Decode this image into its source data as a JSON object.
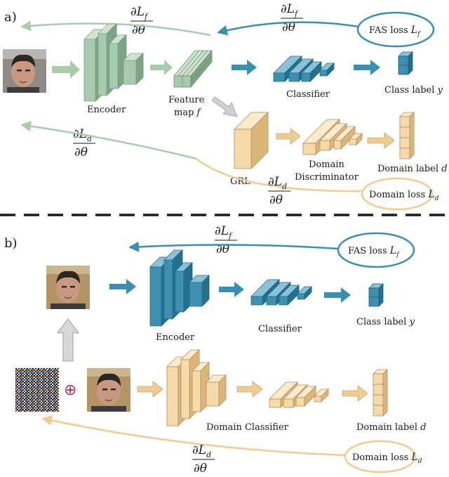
{
  "panel_a": {
    "tag": "a)",
    "encoder": "Encoder",
    "feature_map_line1": "Feature",
    "feature_map_line2": "map",
    "feature_map_symbol": "f",
    "classifier": "Classifier",
    "class_label": "Class label",
    "class_label_symbol": "y",
    "grl": "GRL",
    "domain_disc_line1": "Domain",
    "domain_disc_line2": "Discriminator",
    "domain_label": "Domain label",
    "domain_label_symbol": "d",
    "fas_loss": "FAS loss",
    "fas_loss_symbol": "L",
    "fas_loss_sub": "f",
    "domain_loss": "Domain loss",
    "domain_loss_symbol": "L",
    "domain_loss_sub": "d",
    "grad_f_num": "∂L",
    "grad_f_sub": "f",
    "grad_den": "∂θ",
    "grad_d_num": "∂L",
    "grad_d_sub": "d"
  },
  "panel_b": {
    "tag": "b)",
    "encoder": "Encoder",
    "classifier": "Classifier",
    "class_label": "Class label",
    "class_label_symbol": "y",
    "domain_classifier": "Domain Classifier",
    "domain_label": "Domain label",
    "domain_label_symbol": "d",
    "fas_loss": "FAS loss",
    "fas_loss_symbol": "L",
    "fas_loss_sub": "f",
    "domain_loss": "Domain loss",
    "domain_loss_symbol": "L",
    "domain_loss_sub": "d",
    "plus_symbol": "⊕",
    "grad_f_num": "∂L",
    "grad_f_sub": "f",
    "grad_den": "∂θ",
    "grad_d_num": "∂L",
    "grad_d_sub": "d"
  },
  "colors": {
    "green_front": "#a9c9ad",
    "green_top": "#cfe3d1",
    "green_side": "#7fa485",
    "green_arrow": "#a8cba8",
    "blue_front": "#3f8fb0",
    "blue_top": "#8cc2d8",
    "blue_side": "#226f8e",
    "blue_arrow": "#3a8fb0",
    "tan_front": "#f6d9a9",
    "tan_top": "#fbeacc",
    "tan_side": "#dcb57a",
    "tan_arrow": "#f1cc91",
    "gray_arrow": "#d0d0d0",
    "plus": "#a0306a"
  }
}
